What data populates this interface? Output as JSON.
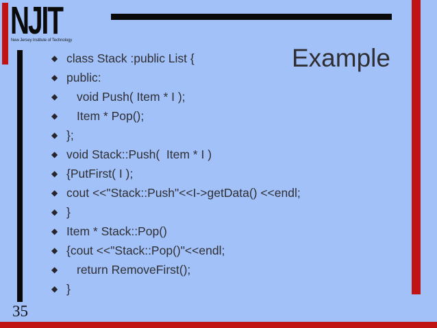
{
  "slide": {
    "logo": {
      "text": "NJIT",
      "tagline": "New Jersey Institute of Technology"
    },
    "title": "Example",
    "page_number": "35",
    "bullet_glyph": "◆",
    "colors": {
      "background": "#A2C1F8",
      "accent_red": "#C01414",
      "bar_black": "#0A0A0A",
      "text": "#2F2F33"
    },
    "content": {
      "lines": [
        {
          "text": "class Stack :public List {",
          "indent": false
        },
        {
          "text": "public:",
          "indent": false
        },
        {
          "text": "void Push( Item * I );",
          "indent": true
        },
        {
          "text": "Item * Pop();",
          "indent": true
        },
        {
          "text": "};",
          "indent": false
        },
        {
          "text": "void Stack::Push(  Item * I )",
          "indent": false
        },
        {
          "text": "{PutFirst( I );",
          "indent": false
        },
        {
          "text": "cout <<\"Stack::Push\"<<I->getData() <<endl;",
          "indent": false
        },
        {
          "text": "}",
          "indent": false
        },
        {
          "text": "Item * Stack::Pop()",
          "indent": false
        },
        {
          "text": "{cout <<\"Stack::Pop()\"<<endl;",
          "indent": false
        },
        {
          "text": "return RemoveFirst();",
          "indent": true
        },
        {
          "text": "}",
          "indent": false
        }
      ]
    }
  }
}
